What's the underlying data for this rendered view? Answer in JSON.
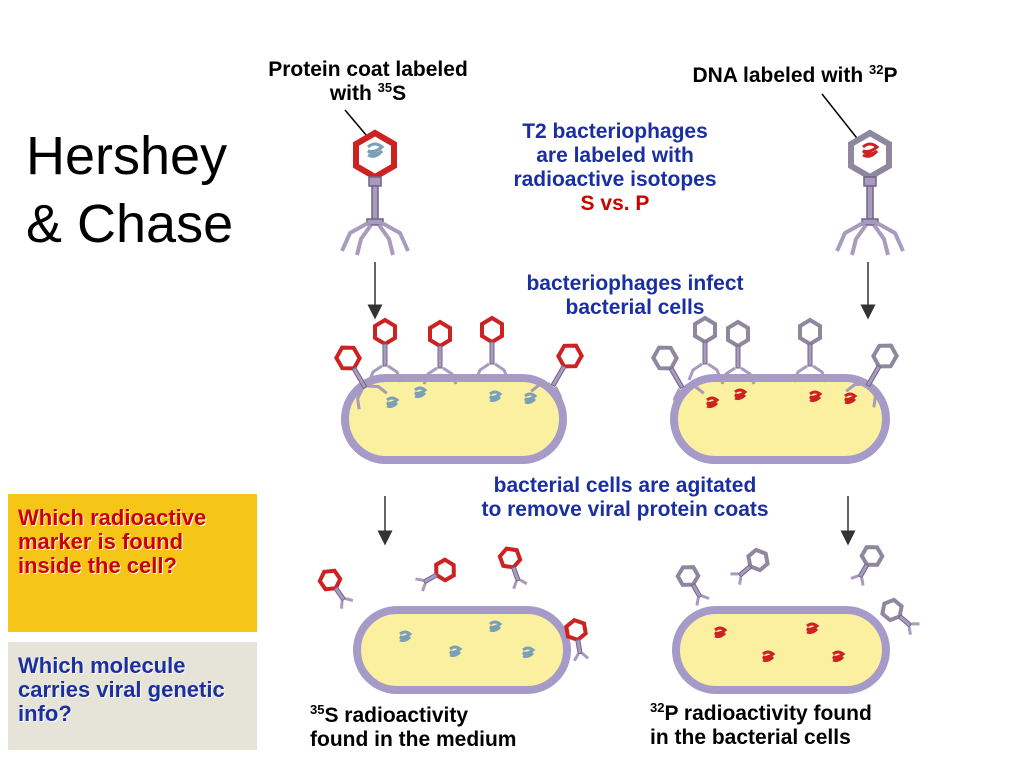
{
  "title": [
    "Hershey",
    "& Chase"
  ],
  "labels": {
    "protein_coat": {
      "line1": "Protein coat labeled",
      "line2_prefix": "with ",
      "line2_sup": "35",
      "line2_suffix": "S"
    },
    "dna": {
      "prefix": "DNA labeled with ",
      "sup": "32",
      "suffix": "P"
    },
    "step1": {
      "lines": [
        "T2 bacteriophages",
        "are labeled with",
        "radioactive isotopes"
      ],
      "highlight": "S vs. P"
    },
    "step2": {
      "lines": [
        "bacteriophages infect",
        "bacterial cells"
      ]
    },
    "step3": {
      "lines": [
        "bacterial cells are agitated",
        "to remove viral protein coats"
      ]
    },
    "result_s": {
      "sup": "35",
      "line1": "S radioactivity",
      "line2": "found in the medium"
    },
    "result_p": {
      "sup": "32",
      "line1": "P radioactivity found",
      "line2": "in the bacterial cells"
    }
  },
  "questions": [
    {
      "text": "Which radioactive marker is found inside the cell?",
      "bg": "#f5c518",
      "color": "#cc0000"
    },
    {
      "text": "Which molecule carries viral genetic info?",
      "bg": "#e6e4d8",
      "color": "#1a2fa0"
    }
  ],
  "colors": {
    "sulfur_label": "#cc2222",
    "phosphorus_label": "#cc2222",
    "dna_in_sulfur_experiment": "#7aa0b8",
    "cell_fill": "#faf0a0",
    "cell_border": "#a69ac8",
    "phage_body": "#a89bbd"
  }
}
